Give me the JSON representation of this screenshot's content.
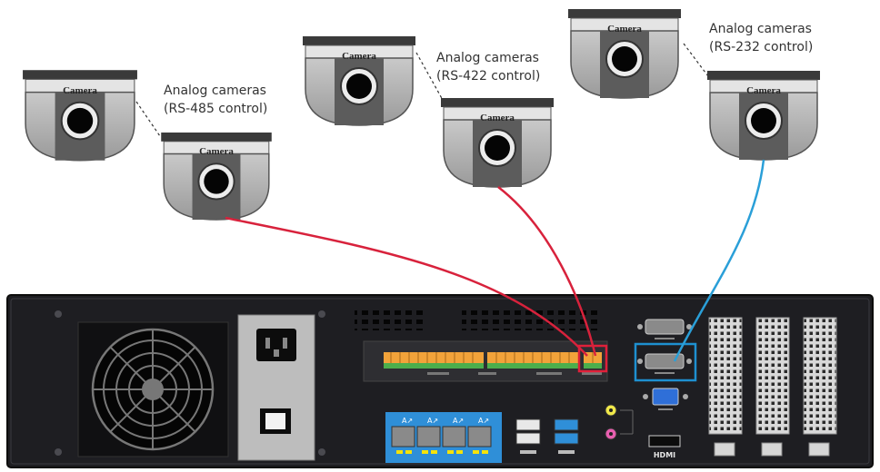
{
  "cameras": [
    {
      "label": "Camera"
    },
    {
      "label": "Camera"
    },
    {
      "label": "Camera"
    },
    {
      "label": "Camera"
    },
    {
      "label": "Camera"
    },
    {
      "label": "Camera"
    }
  ],
  "groups": [
    {
      "title": "Analog cameras",
      "control": "(RS-485 control)"
    },
    {
      "title": "Analog cameras",
      "control": "(RS-422 control)"
    },
    {
      "title": "Analog cameras",
      "control": "(RS-232 control)"
    }
  ],
  "panel": {
    "hdmi_label": "HDMI"
  },
  "colors": {
    "rs485_cable": "#d8223c",
    "rs422_cable": "#d8223c",
    "rs232_cable": "#2a9fd8",
    "highlight_red": "#e0203a",
    "highlight_blue": "#1e90d0",
    "lan_panel": "#2f8fd8",
    "chassis": "#1e1e22"
  }
}
